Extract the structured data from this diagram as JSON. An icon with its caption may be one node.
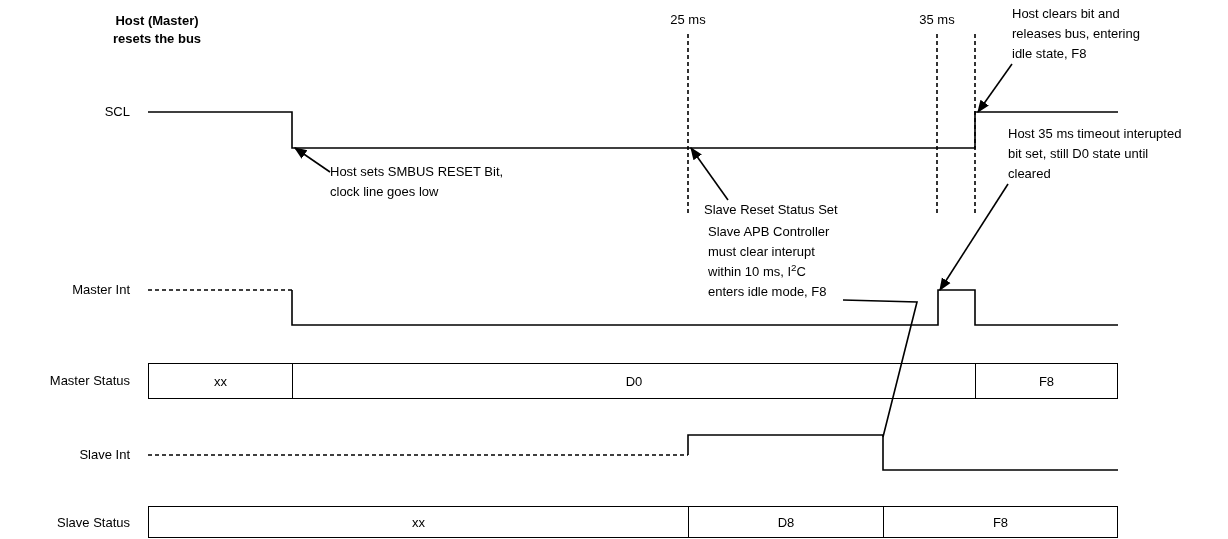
{
  "diagram": {
    "title": "Host (Master) resets the bus",
    "nodes": [
      {
        "text": [
          "xx"
        ]
      },
      {
        "text": [
          "D0"
        ]
      },
      {
        "text": [
          "F8"
        ]
      },
      {
        "text": [
          "xx"
        ]
      },
      {
        "text": [
          "D8"
        ]
      },
      {
        "text": [
          "F8"
        ]
      },
      {
        "text": [
          "Host sets SMBUS RESET Bit, clock line goes low"
        ]
      },
      {
        "text": [
          "Slave Reset Status Set"
        ]
      },
      {
        "text": [
          "Host clears bit and releases bus, entering idle state, F8"
        ]
      },
      {
        "text": [
          "Host 35 ms timeout interupted bit set, still D0 state until cleared"
        ]
      },
      {
        "text": [
          "Slave APB Controller must clear interupt within 10 ms, I$^{2}$C enters idle mode, F8"
        ]
      },
      {
        "text": [],
        "shape": "line",
        "beside": [
          "SCL"
        ]
      },
      {
        "text": [],
        "shape": "line",
        "beside": [
          "Master Int"
        ]
      },
      {
        "text": [],
        "shape": "line",
        "beside": [
          "Slave Int"
        ]
      }
    ],
    "edges": [
      {
        "from": 6,
        "to": 11,
        "arrow": "to"
      },
      {
        "from": 7,
        "to": 11,
        "arrow": "to"
      },
      {
        "from": 8,
        "to": 11,
        "arrow": "to"
      },
      {
        "from": 9,
        "to": 12,
        "arrow": "to"
      },
      {
        "from": 10,
        "to": 13,
        "arrow": "none"
      }
    ],
    "labels": [
      "25 ms",
      "35 ms",
      "Master Status",
      "Slave Status"
    ]
  }
}
